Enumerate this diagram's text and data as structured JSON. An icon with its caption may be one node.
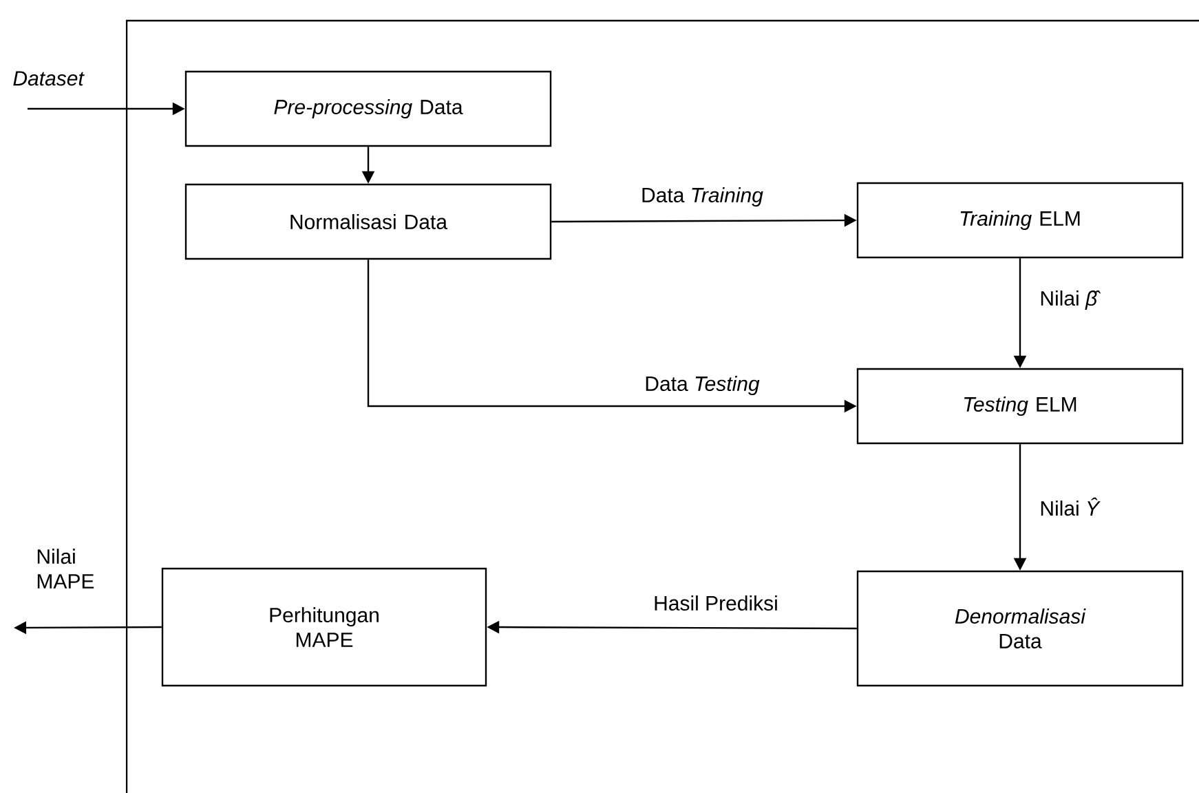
{
  "diagram": {
    "nodes": [
      {
        "text": [
          "*Pre-processing* Data"
        ]
      },
      {
        "text": [
          "Normalisasi Data"
        ]
      },
      {
        "text": [
          "*Training* ELM"
        ]
      },
      {
        "text": [
          "*Testing* ELM"
        ]
      },
      {
        "text": [
          "*Denormalisasi* Data"
        ]
      },
      {
        "text": [
          "Perhitungan MAPE"
        ]
      }
    ],
    "edges": [
      {
        "from": null,
        "to": 0,
        "arrow": "to",
        "label": "Dataset"
      },
      {
        "from": 0,
        "to": 1,
        "arrow": "to"
      },
      {
        "from": 1,
        "to": 2,
        "arrow": "to",
        "label": "Data *Training*"
      },
      {
        "from": 2,
        "to": 3,
        "arrow": "to",
        "label": "Nilai *β̂*"
      },
      {
        "from": 1,
        "to": 3,
        "arrow": "to",
        "label": "Data *Testing*"
      },
      {
        "from": 3,
        "to": 4,
        "arrow": "to",
        "label": "Nilai *Ŷ*"
      },
      {
        "from": 4,
        "to": 5,
        "arrow": "to",
        "label": "Hasil Prediksi"
      },
      {
        "from": 5,
        "to": null,
        "arrow": "to",
        "label": "Nilai MAPE"
      }
    ]
  }
}
